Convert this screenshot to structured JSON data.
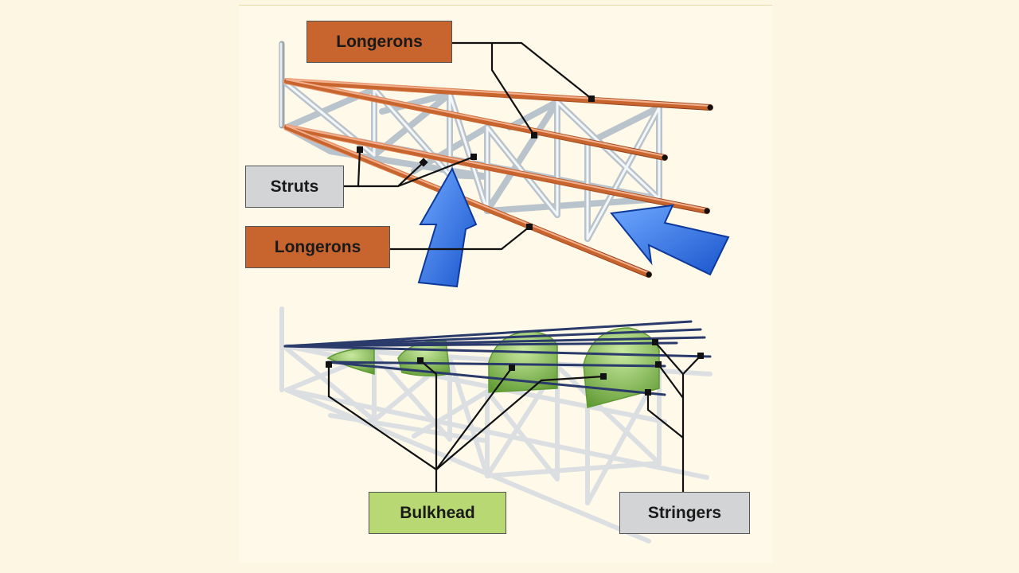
{
  "labels": {
    "longerons_top": "Longerons",
    "struts": "Struts",
    "longerons_bottom": "Longerons",
    "bulkhead": "Bulkhead",
    "stringers": "Stringers"
  },
  "colors": {
    "background": "#fdf6e3",
    "longeron": "#c8642e",
    "strut": "#b9c3cc",
    "bulkhead": "#7fb84a",
    "stringer": "#2a3a6a",
    "arrow": "#2a6fe0",
    "label_orange": "#c8642e",
    "label_gray": "#d3d4d6",
    "label_green": "#b8d873"
  }
}
